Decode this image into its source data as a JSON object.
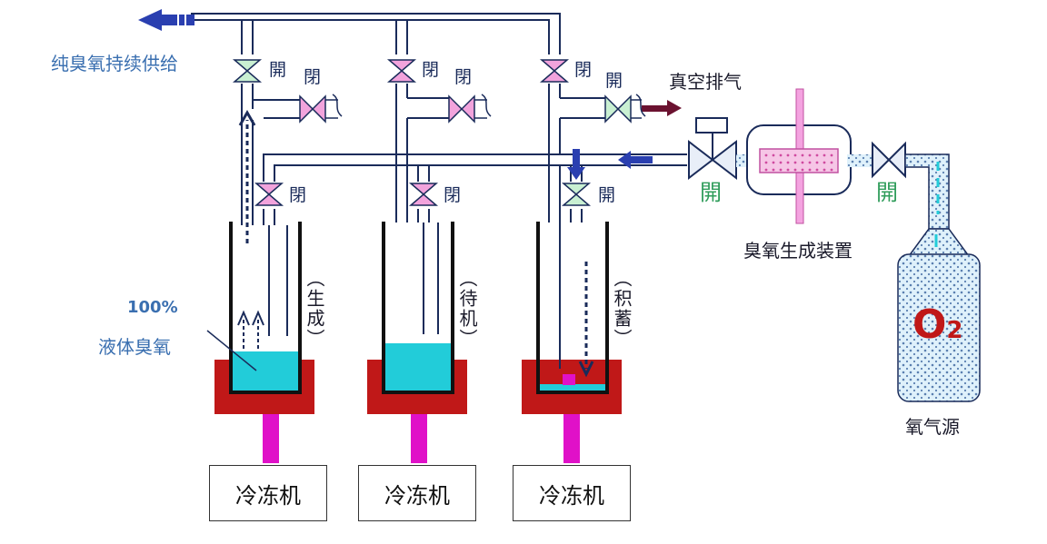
{
  "labels": {
    "supply": "纯臭氧持续供给",
    "vacuum": "真空排气",
    "generator": "臭氧生成装置",
    "oxygen_source": "氧气源",
    "liquid_pct": "100%",
    "liquid": "液体臭氧",
    "o2": "O",
    "o2_sub": "2"
  },
  "valve_states": {
    "open": "開",
    "closed": "閉"
  },
  "units": [
    {
      "state": "（生成）",
      "chiller": "冷冻机"
    },
    {
      "state": "（待机）",
      "chiller": "冷冻机"
    },
    {
      "state": "（积蓄）",
      "chiller": "冷冻机"
    }
  ],
  "colors": {
    "pipe": "#1a2b5a",
    "arrow": "#2a3fb0",
    "vacuum_arrow": "#6b1230",
    "liquid": "#22ccd9",
    "cooler": "#c01818",
    "shaft": "#e011c8",
    "valve_open": "#c9f0d2",
    "valve_closed": "#f2a3dc",
    "open_text": "#2f9c5a"
  }
}
